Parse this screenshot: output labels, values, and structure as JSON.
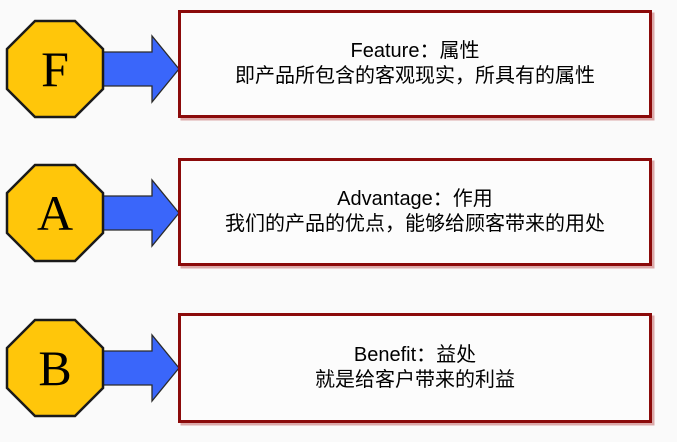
{
  "colors": {
    "page_bg": "#fafafa",
    "box_fill": "#fcfcfc",
    "box_border": "#8b0a0a",
    "box_shadow": "#dca9a9",
    "octagon_fill": "#ffc60a",
    "octagon_stroke": "#1a1a1a",
    "arrow_fill": "#3a66fa",
    "arrow_stroke": "#2b2b2b",
    "text": "#000000"
  },
  "rows": [
    {
      "letter": "F",
      "title": "Feature：属性",
      "description": "即产品所包含的客观现实，所具有的属性"
    },
    {
      "letter": "A",
      "title": "Advantage：作用",
      "description": "我们的产品的优点，能够给顾客带来的用处"
    },
    {
      "letter": "B",
      "title": "Benefit：益处",
      "description": "就是给客户带来的利益"
    }
  ]
}
